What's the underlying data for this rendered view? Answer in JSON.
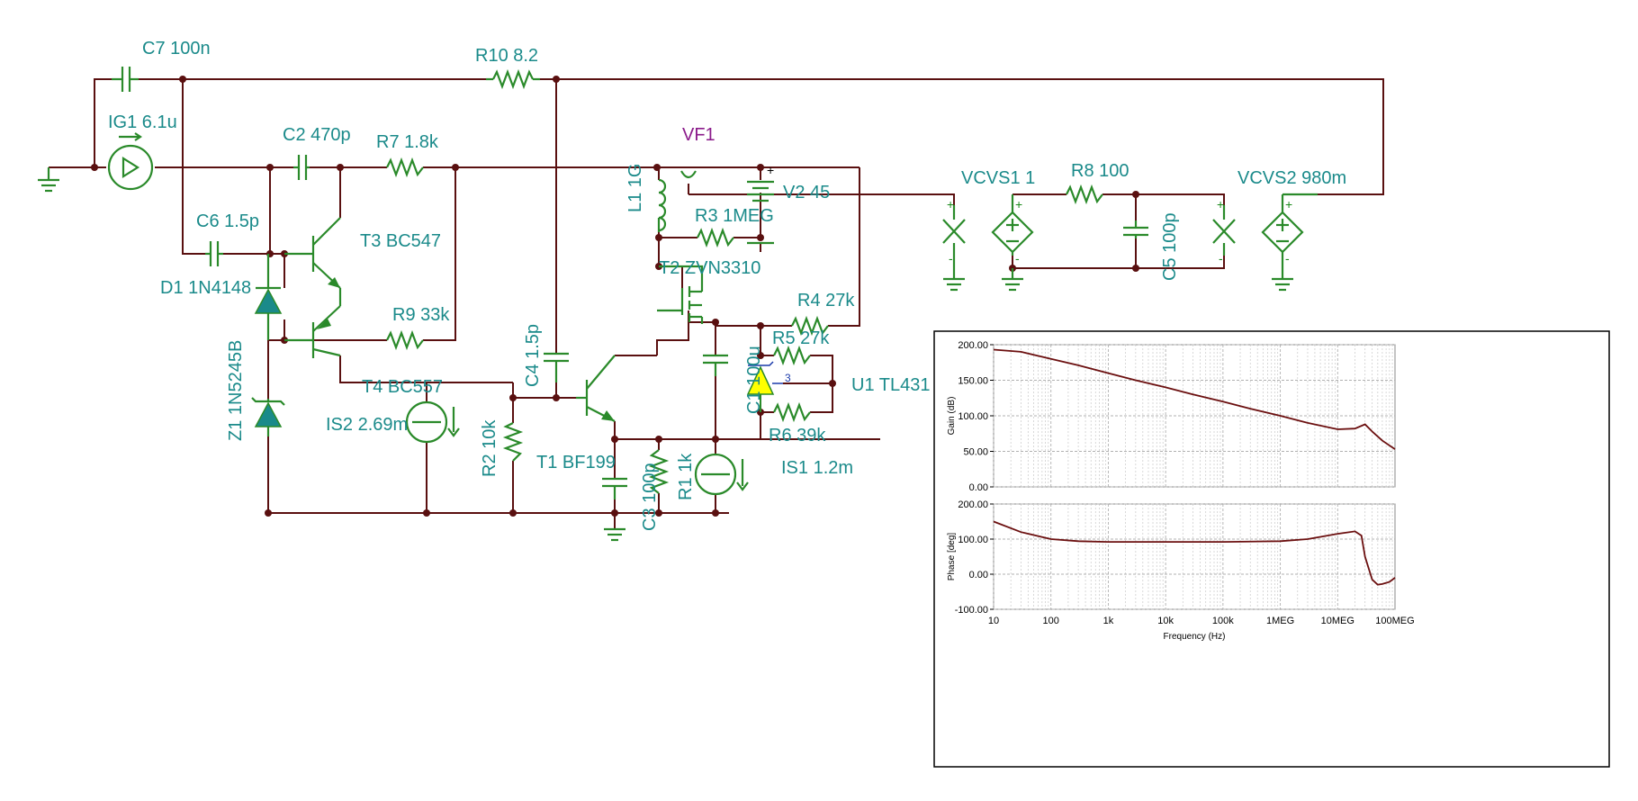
{
  "labels": {
    "c7": "C7 100n",
    "r10": "R10 8.2",
    "ig1": "IG1 6.1u",
    "c2": "C2 470p",
    "r7": "R7 1.8k",
    "vf1": "VF1",
    "vcvs1": "VCVS1 1",
    "r8": "R8 100",
    "vcvs2": "VCVS2 980m",
    "l1": "L1 1G",
    "r3": "R3 1MEG",
    "v2": "V2 45",
    "c6": "C6 1.5p",
    "t3": "T3 BC547",
    "d1": "D1 1N4148",
    "t2": "T2 ZVN3310",
    "c5": "C5 100p",
    "r4": "R4 27k",
    "r9": "R9 33k",
    "r5": "R5 27k",
    "z1": "Z1 1N5245B",
    "c4": "C4 1.5p",
    "c1": "C1 100u",
    "u1": "U1 TL431",
    "t4": "T4 BC557",
    "is2": "IS2 2.69m",
    "r6": "R6 39k",
    "r2": "R2 10k",
    "t1": "T1 BF199",
    "c3": "C3 100p",
    "r1": "R1 1k",
    "is1": "IS1 1.2m",
    "u1_pin": "3",
    "plus": "+",
    "minus": "-"
  },
  "colors": {
    "wire": "#5a1010",
    "component": "#2a8a2a",
    "label": "#1a8a8a",
    "probe_label": "#8a1a8a",
    "trace": "#6b0f0f",
    "zener_fill": "#1a8a8a",
    "tl431_fill": "#ffff00"
  },
  "chart_data": [
    {
      "type": "line",
      "ylabel": "Gain (dB)",
      "xlabel": "",
      "xscale": "log",
      "xlim": [
        10,
        100000000
      ],
      "ylim": [
        0,
        200
      ],
      "yticks": [
        "0.00",
        "50.00",
        "100.00",
        "150.00",
        "200.00"
      ],
      "series": [
        {
          "x": [
            10,
            30,
            100,
            300,
            1000,
            3000,
            10000,
            30000,
            100000,
            300000,
            1000000,
            3000000,
            10000000,
            20000000,
            30000000,
            40000000,
            60000000,
            100000000
          ],
          "y": [
            193,
            190,
            180,
            171,
            160,
            150,
            140,
            130,
            120,
            110,
            100,
            90,
            81,
            82,
            88,
            78,
            65,
            53
          ]
        }
      ]
    },
    {
      "type": "line",
      "ylabel": "Phase [deg]",
      "xlabel": "Frequency (Hz)",
      "xscale": "log",
      "xlim": [
        10,
        100000000
      ],
      "ylim": [
        -100,
        200
      ],
      "yticks": [
        "-100.00",
        "0.00",
        "100.00",
        "200.00"
      ],
      "xticks": [
        "10",
        "100",
        "1k",
        "10k",
        "100k",
        "1MEG",
        "10MEG",
        "100MEG"
      ],
      "series": [
        {
          "x": [
            10,
            30,
            100,
            300,
            1000,
            3000,
            10000,
            100000,
            1000000,
            3000000,
            10000000,
            20000000,
            26000000,
            30000000,
            40000000,
            50000000,
            60000000,
            80000000,
            100000000
          ],
          "y": [
            150,
            120,
            100,
            94,
            92,
            92,
            92,
            92,
            94,
            100,
            115,
            122,
            110,
            50,
            -15,
            -30,
            -28,
            -22,
            -10
          ]
        }
      ]
    }
  ]
}
